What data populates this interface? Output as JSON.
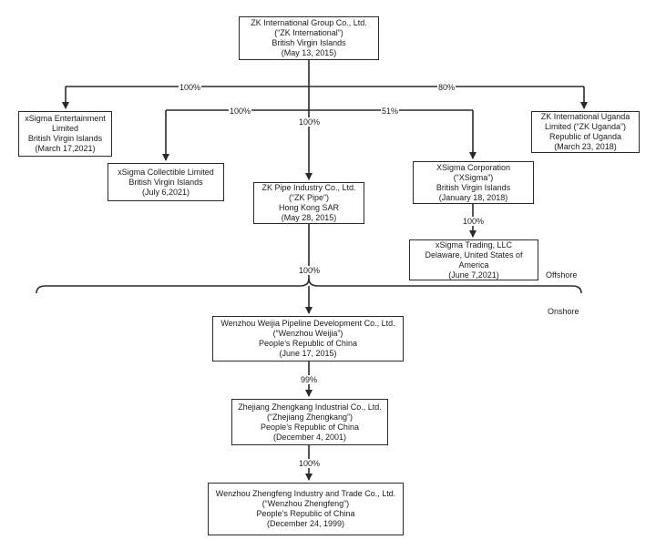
{
  "entities": {
    "zk_international": [
      "ZK International Group Co., Ltd.",
      "(“ZK International”)",
      "British Virgin Islands",
      "(May 13, 2015)"
    ],
    "xsigma_entertainment": [
      "xSigma Entertainment",
      "Limited",
      "British Virgin Islands",
      "(March 17,2021)"
    ],
    "xsigma_collectible": [
      "xSigma Collectible Limited",
      "British Virgin Islands",
      "(July 6,2021)"
    ],
    "zk_pipe": [
      "ZK Pipe Industry Co., Ltd.",
      "(“ZK Pipe”)",
      "Hong Kong SAR",
      "(May 28, 2015)"
    ],
    "xsigma_corp": [
      "XSigma Corporation",
      "(“XSigma”)",
      "British Virgin Islands",
      "(January 18, 2018)"
    ],
    "xsigma_trading": [
      "xSigma Trading, LLC",
      "Delaware, United States of",
      "America",
      "(June 7,2021)"
    ],
    "zk_uganda": [
      "ZK International Uganda",
      "Limited (“ZK Uganda”)",
      "Republic of Uganda",
      "(March 23, 2018)"
    ],
    "wenzhou_weijia": [
      "Wenzhou Weijia Pipeline Development Co., Ltd.",
      "(“Wenzhou Weijia”)",
      "People’s Republic of China",
      "(June 17, 2015)"
    ],
    "zhejiang_zhengkang": [
      "Zhejiang Zhengkang Industrial Co., Ltd.",
      "(“Zhejiang Zhengkang”)",
      "People’s Republic of China",
      "(December 4, 2001)"
    ],
    "wenzhou_zhengfeng": [
      "Wenzhou Zhengfeng Industry and Trade Co., Ltd.",
      "(“Wenzhou Zhengfeng”)",
      "People’s Republic of China",
      "(December 24, 1999)"
    ]
  },
  "ownership": {
    "to_xsigma_entertainment": "100%",
    "to_zk_uganda": "80%",
    "to_xsigma_collectible": "100%",
    "to_zk_pipe": "100%",
    "to_xsigma_corp": "51%",
    "to_xsigma_trading": "100%",
    "to_wenzhou_weijia": "100%",
    "to_zhejiang_zhengkang": "99%",
    "to_wenzhou_zhengfeng": "100%"
  },
  "regions": {
    "offshore": "Offshore",
    "onshore": "Onshore"
  },
  "style": {
    "line_color": "#2a2a2a"
  }
}
